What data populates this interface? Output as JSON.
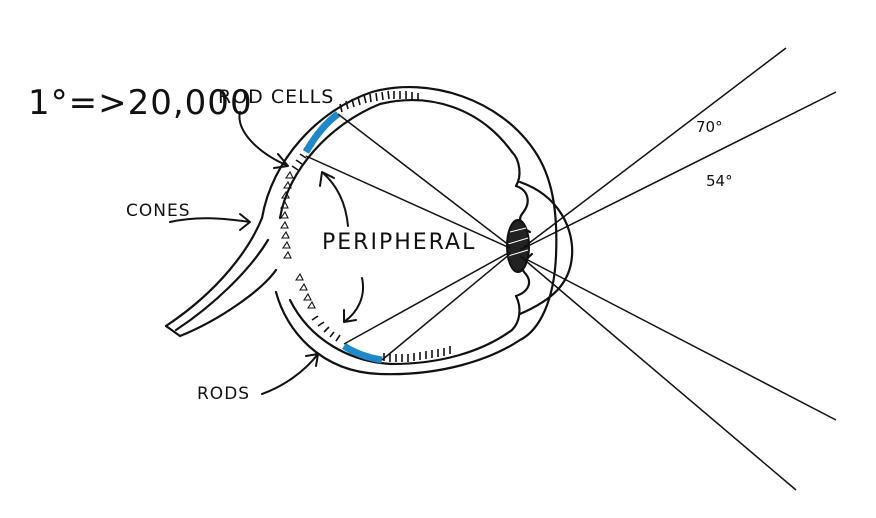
{
  "labels": {
    "scale": "1°=>20,000",
    "rod_cells": "ROD CELLS",
    "cones": "CONES",
    "peripheral": "PERIPHERAL",
    "rods": "RODS",
    "angle_outer": "70°",
    "angle_inner": "54°"
  },
  "colors": {
    "ink": "#111111",
    "highlight": "#1e88c8",
    "background": "#ffffff"
  }
}
